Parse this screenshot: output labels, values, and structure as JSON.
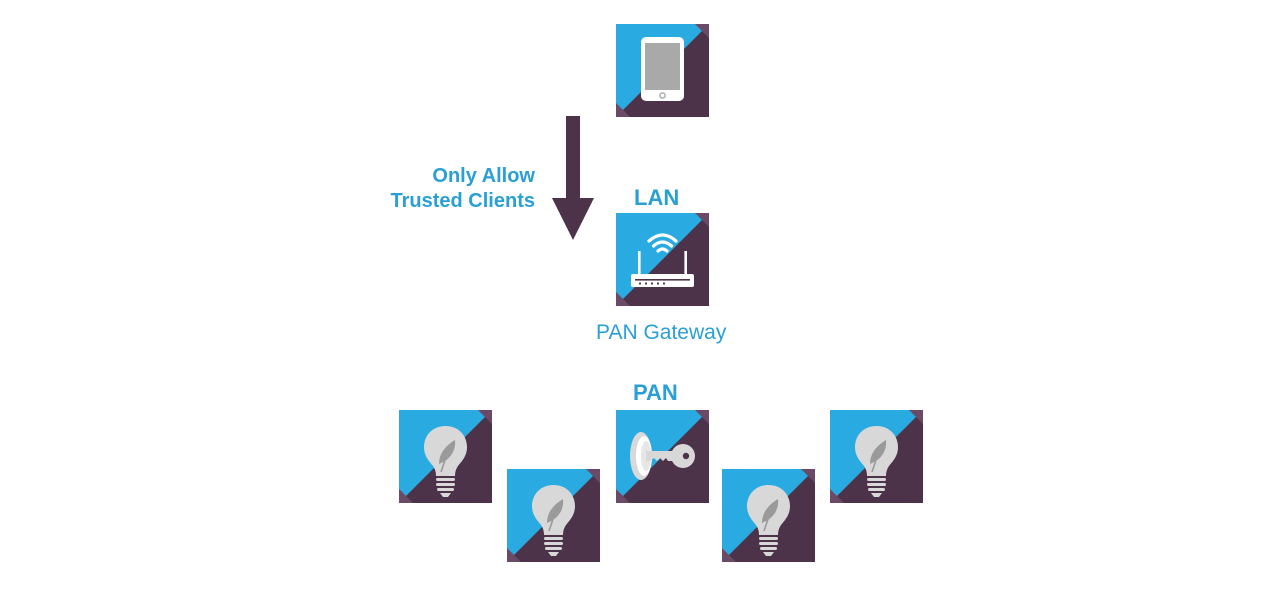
{
  "colors": {
    "blue": "#29abe2",
    "purple": "#4d3349",
    "purple_light": "#6a4a66",
    "label": "#2a9fd6",
    "arrow": "#4d3349",
    "icon": "#d8d8d8"
  },
  "labels": {
    "policy_line1": "Only Allow",
    "policy_line2": "Trusted Clients",
    "lan": "LAN",
    "gateway": "PAN Gateway",
    "pan": "PAN"
  },
  "nodes": {
    "client": {
      "icon": "tablet-icon"
    },
    "gateway": {
      "icon": "wifi-router-icon"
    },
    "devices": [
      {
        "icon": "lightbulb-icon"
      },
      {
        "icon": "lightbulb-icon"
      },
      {
        "icon": "lock-key-icon"
      },
      {
        "icon": "lightbulb-icon"
      },
      {
        "icon": "lightbulb-icon"
      }
    ]
  }
}
